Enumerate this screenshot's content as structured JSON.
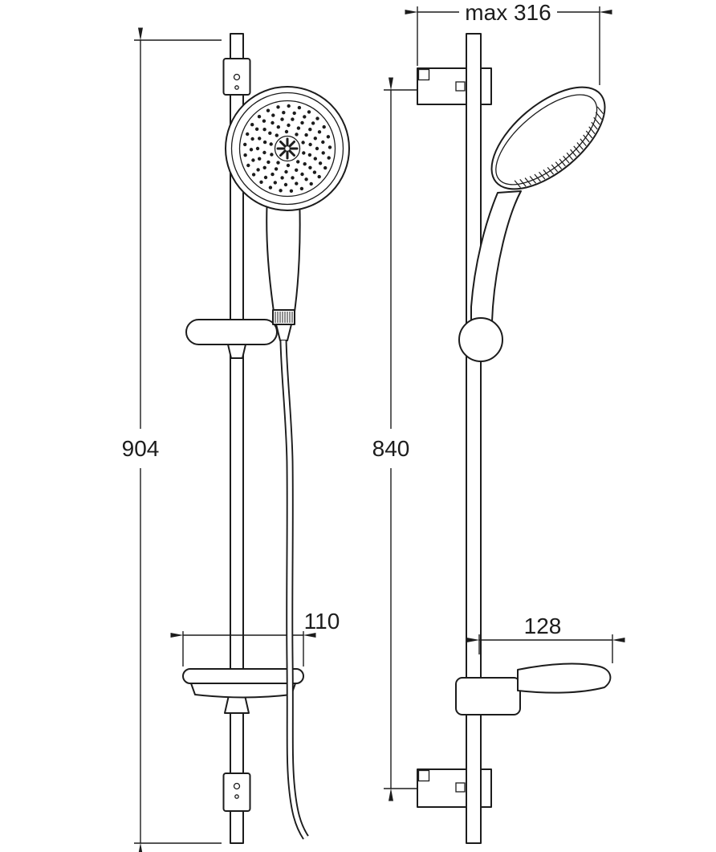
{
  "page": {
    "background": "#ffffff",
    "line_color": "#1c1c1c"
  },
  "drawing": {
    "front_view": {
      "height_dimension": "904",
      "soap_dish_width_dimension": "110"
    },
    "side_view": {
      "max_depth_dimension": "max 316",
      "mounting_height_dimension": "840",
      "soap_dish_depth_dimension": "128"
    }
  }
}
